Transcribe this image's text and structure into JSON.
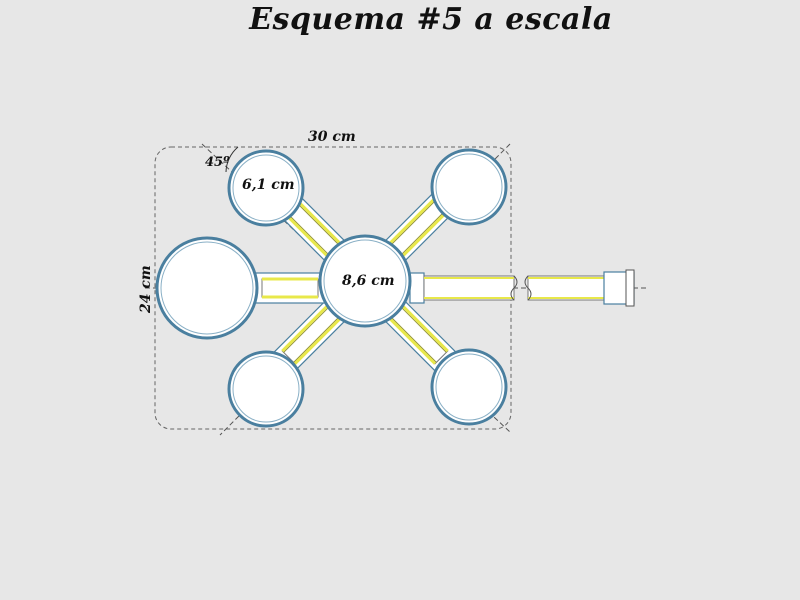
{
  "title": "Esquema #5 a escala",
  "labels": {
    "width": "30 cm",
    "height": "24 cm",
    "angle": "45º",
    "small_diameter": "6,1 cm",
    "center_diameter": "8,6 cm"
  },
  "colors": {
    "background": "#e7e7e7",
    "ring": "#4a7f9f",
    "tube_yellow": "#e8e84a"
  }
}
